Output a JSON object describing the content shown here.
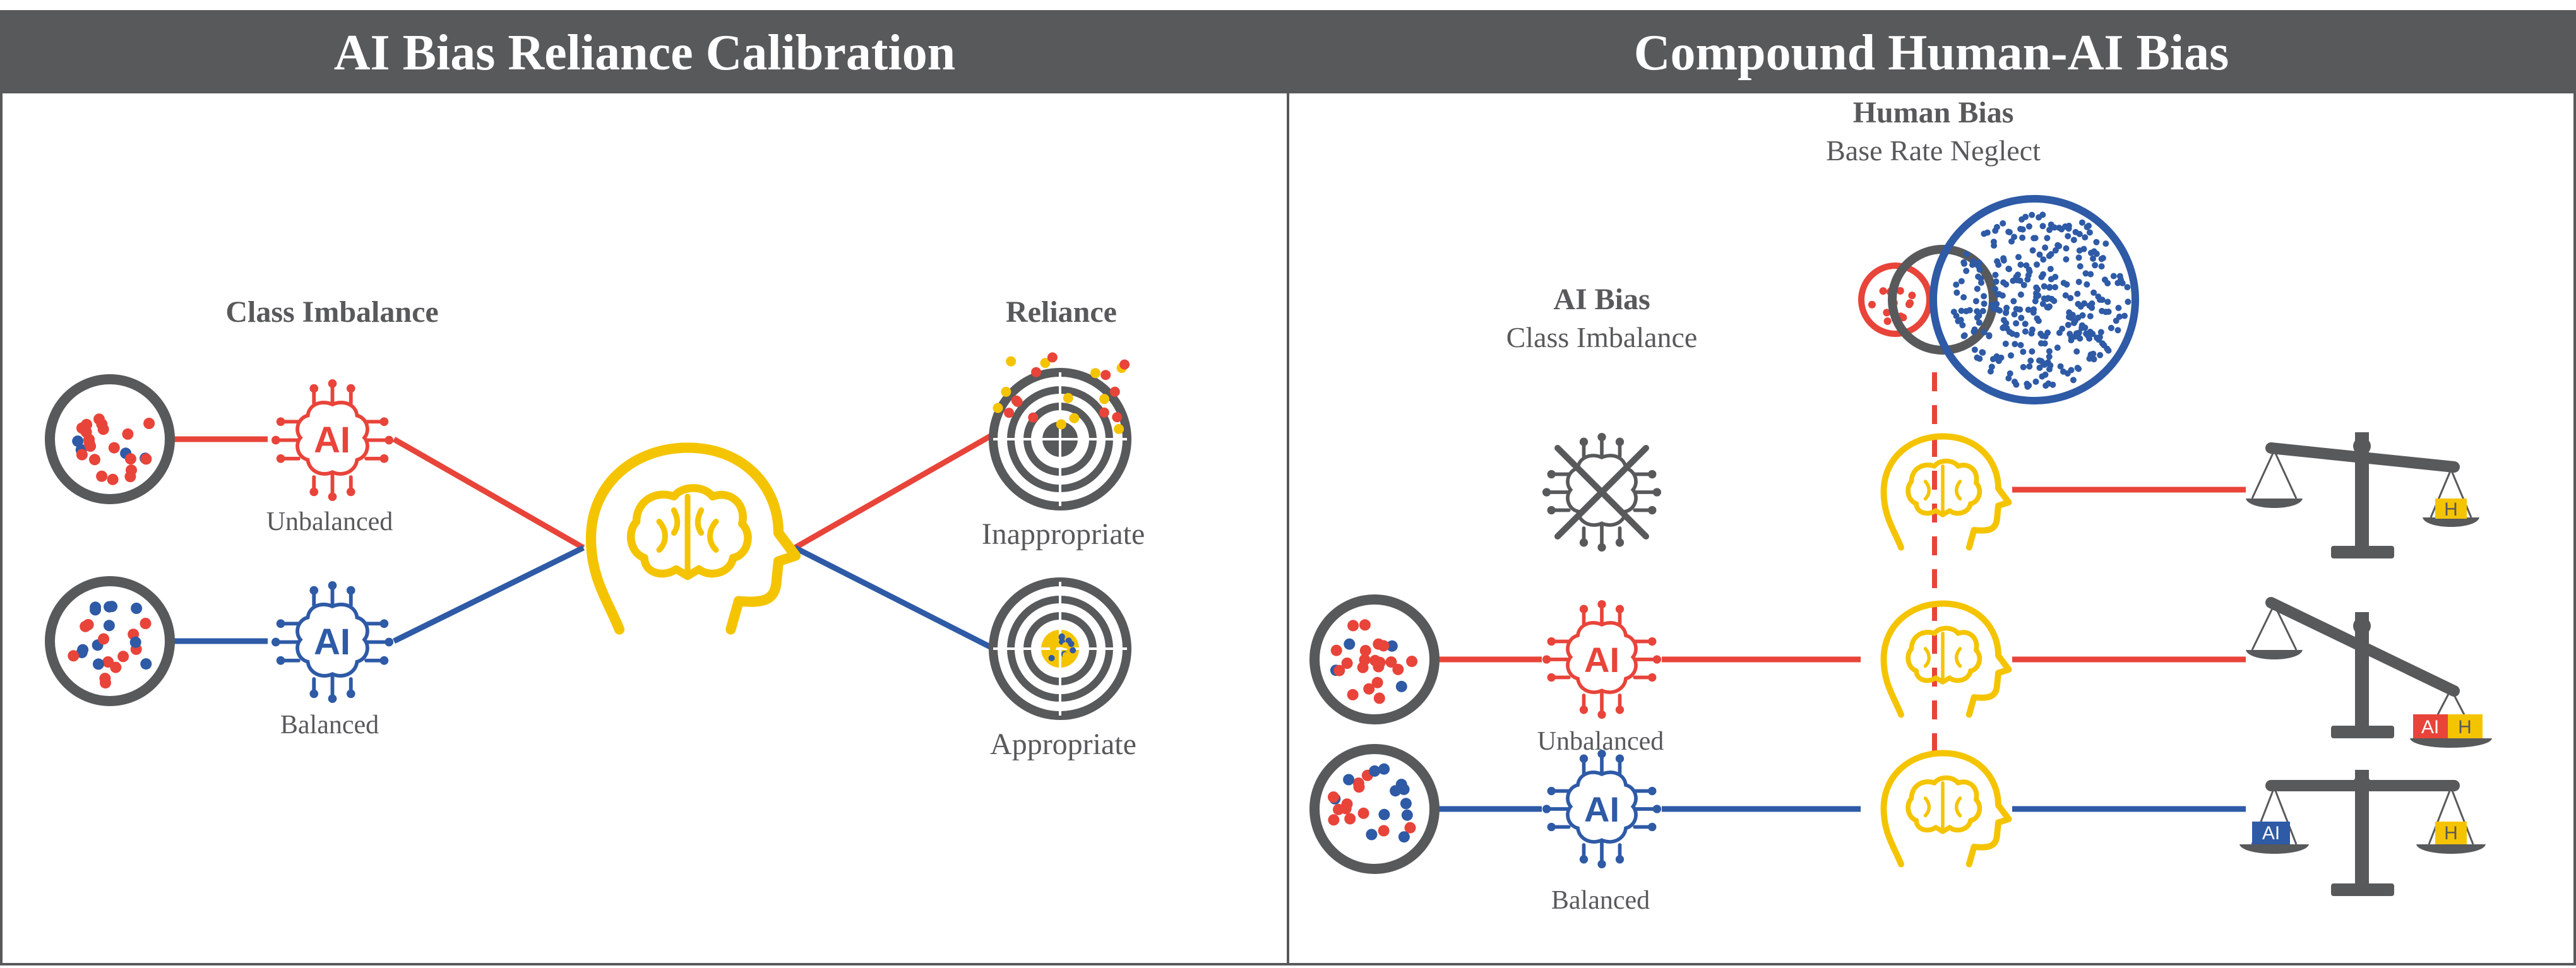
{
  "left_panel": {
    "title": "AI Bias Reliance Calibration",
    "class_imbalance_heading": "Class Imbalance",
    "unbalanced_label": "Unbalanced",
    "balanced_label": "Balanced",
    "ai_chip_text": "AI",
    "reliance_heading": "Reliance",
    "inappropriate_label": "Inappropriate",
    "appropriate_label": "Appropriate"
  },
  "right_panel": {
    "title": "Compound Human-AI Bias",
    "human_bias_heading": "Human Bias",
    "human_bias_sub": "Base Rate Neglect",
    "ai_bias_heading": "AI Bias",
    "ai_bias_sub": "Class Imbalance",
    "unbalanced_label": "Unbalanced",
    "balanced_label": "Balanced",
    "ai_chip_text": "AI",
    "weight_human": "H",
    "weight_ai": "AI"
  },
  "colors": {
    "header_bg": "#58595b",
    "red": "#e8443a",
    "blue": "#2e5aa6",
    "yellow": "#f5c400",
    "gray": "#58595b"
  }
}
